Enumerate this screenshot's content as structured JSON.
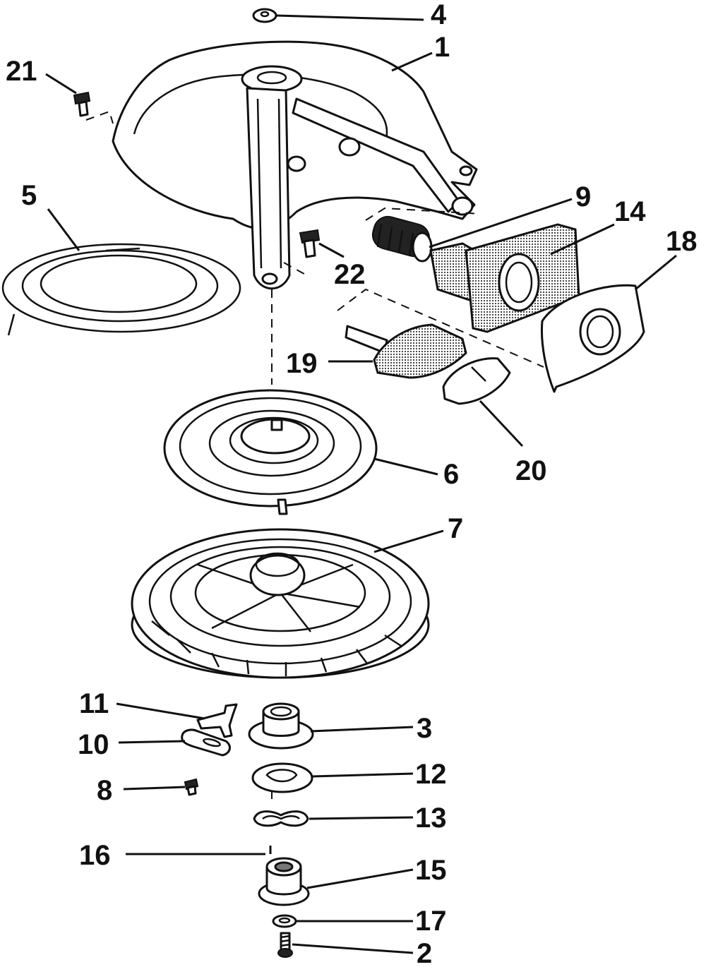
{
  "callouts": {
    "c1": "1",
    "c2": "2",
    "c3": "3",
    "c4": "4",
    "c5": "5",
    "c6": "6",
    "c7": "7",
    "c8": "8",
    "c9": "9",
    "c10": "10",
    "c11": "11",
    "c12": "12",
    "c13": "13",
    "c14": "14",
    "c15": "15",
    "c16": "16",
    "c17": "17",
    "c18": "18",
    "c19": "19",
    "c20": "20",
    "c21": "21",
    "c22": "22"
  },
  "colors": {
    "ink": "#111111",
    "paper": "#ffffff",
    "shading": "#777777"
  }
}
